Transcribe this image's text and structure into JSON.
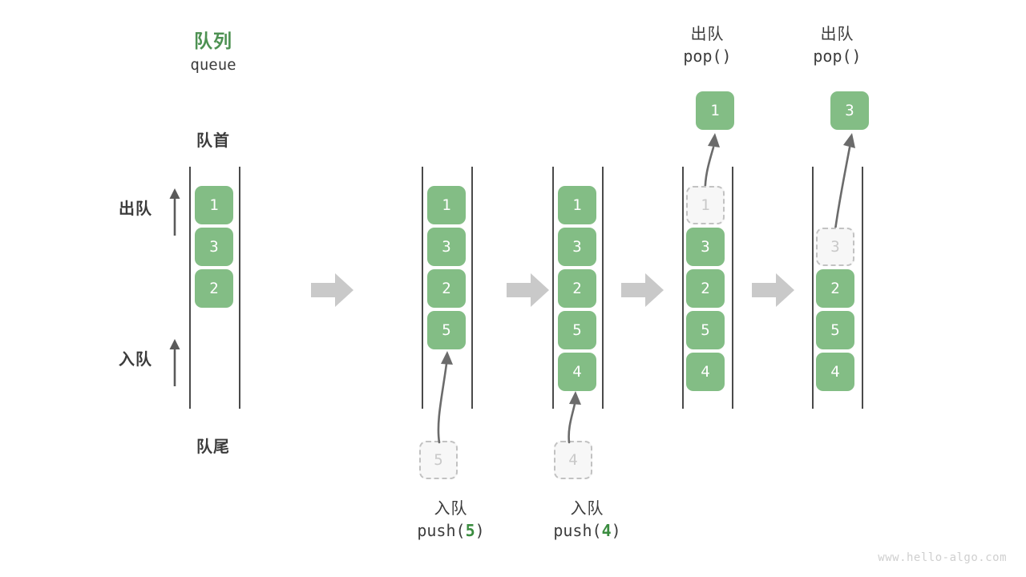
{
  "meta": {
    "watermark": "www.hello-algo.com",
    "palette": {
      "cell_fill": "#83bd85",
      "cell_text": "#ffffff",
      "ghost_fill": "#f7f7f7",
      "ghost_border": "#c2c2c2",
      "ghost_text": "#c9c9c9",
      "rail": "#4a4a4a",
      "title_green": "#4d9152",
      "arg_green": "#3a8c3f",
      "sep_arrow": "#c9c9c9",
      "text": "#3c3c3c"
    }
  },
  "title": {
    "cn": "队列",
    "en": "queue"
  },
  "labels": {
    "front": "队首",
    "rear": "队尾",
    "dequeue": "出队",
    "enqueue": "入队"
  },
  "stages": [
    {
      "id": "initial",
      "caption_cn": "",
      "caption_en": "",
      "cells": [
        {
          "value": "1",
          "ghost": false
        },
        {
          "value": "3",
          "ghost": false
        },
        {
          "value": "2",
          "ghost": false
        }
      ],
      "incoming": null,
      "popped": null
    },
    {
      "id": "push-5",
      "caption_cn": "入队",
      "caption_en_prefix": "push(",
      "caption_en_arg": "5",
      "caption_en_suffix": ")",
      "cells": [
        {
          "value": "1",
          "ghost": false
        },
        {
          "value": "3",
          "ghost": false
        },
        {
          "value": "2",
          "ghost": false
        },
        {
          "value": "5",
          "ghost": false
        }
      ],
      "incoming": {
        "value": "5"
      },
      "popped": null
    },
    {
      "id": "push-4",
      "caption_cn": "入队",
      "caption_en_prefix": "push(",
      "caption_en_arg": "4",
      "caption_en_suffix": ")",
      "cells": [
        {
          "value": "1",
          "ghost": false
        },
        {
          "value": "3",
          "ghost": false
        },
        {
          "value": "2",
          "ghost": false
        },
        {
          "value": "5",
          "ghost": false
        },
        {
          "value": "4",
          "ghost": false
        }
      ],
      "incoming": {
        "value": "4"
      },
      "popped": null
    },
    {
      "id": "pop-1",
      "header_cn": "出队",
      "header_en": "pop()",
      "cells": [
        {
          "value": "1",
          "ghost": true
        },
        {
          "value": "3",
          "ghost": false
        },
        {
          "value": "2",
          "ghost": false
        },
        {
          "value": "5",
          "ghost": false
        },
        {
          "value": "4",
          "ghost": false
        }
      ],
      "incoming": null,
      "popped": {
        "value": "1"
      }
    },
    {
      "id": "pop-3",
      "header_cn": "出队",
      "header_en": "pop()",
      "cells": [
        {
          "value": "",
          "ghost": false,
          "empty": true
        },
        {
          "value": "3",
          "ghost": true
        },
        {
          "value": "2",
          "ghost": false
        },
        {
          "value": "5",
          "ghost": false
        },
        {
          "value": "4",
          "ghost": false
        }
      ],
      "incoming": null,
      "popped": {
        "value": "3"
      }
    }
  ]
}
